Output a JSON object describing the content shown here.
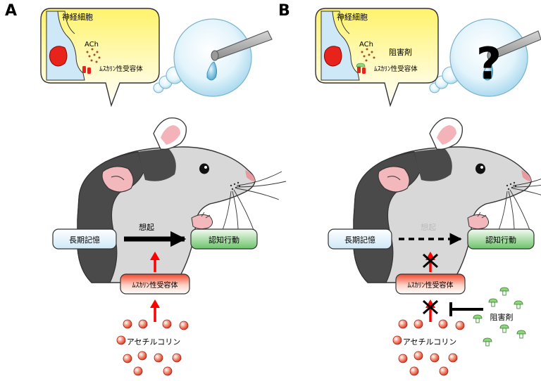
{
  "panels": {
    "a": {
      "letter": "A",
      "bubble": {
        "neuron": "神経細胞",
        "ach": "ACh",
        "receptor": "ﾑｽｶﾘﾝ性受容体"
      },
      "flow": {
        "memory": "長期記憶",
        "recall": "想起",
        "behavior": "認知行動",
        "receptor": "ﾑｽｶﾘﾝ性受容体",
        "acetylcholine": "アセチルコリン"
      }
    },
    "b": {
      "letter": "B",
      "bubble": {
        "neuron": "神経細胞",
        "ach": "ACh",
        "inhibitor": "阻害剤",
        "receptor": "ﾑｽｶﾘﾝ性受容体",
        "mystery": "?"
      },
      "flow": {
        "memory": "長期記憶",
        "recall": "想起",
        "behavior": "認知行動",
        "receptor": "ﾑｽｶﾘﾝ性受容体",
        "acetylcholine": "アセチルコリン",
        "inhibitor": "阻害剤"
      }
    }
  },
  "colors": {
    "signal_arrow": "#ff0000",
    "memory_box": "#dbeefa",
    "behavior_box": "#6cc36a",
    "receptor_box": "#f0472b",
    "ach_ball": "#e5412a",
    "inhibitor": "#8fd57a",
    "brain_bubble": "#fff36b",
    "water_bubble": "#9fd4ec"
  }
}
